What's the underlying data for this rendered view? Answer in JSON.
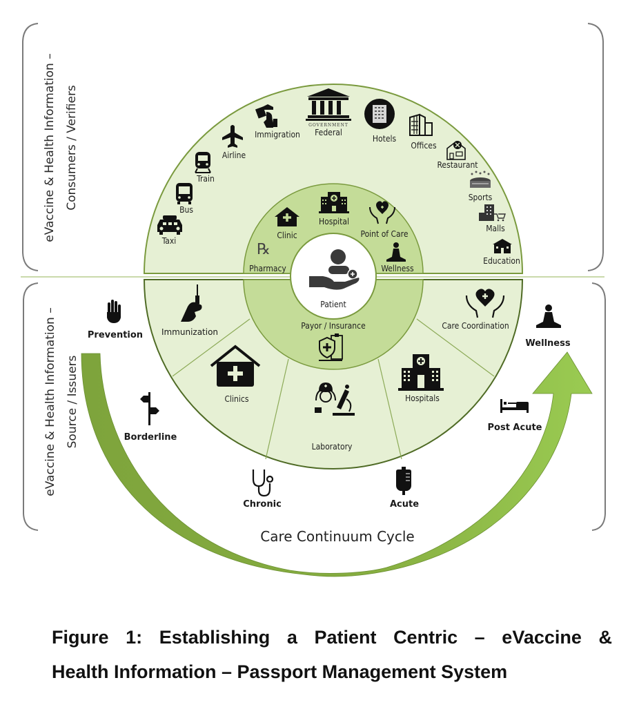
{
  "diagram": {
    "top_section": {
      "side_label_line1": "eVaccine & Health Information –",
      "side_label_line2": "Consumers / Verifiers",
      "outer_ring": [
        {
          "label": "Taxi",
          "icon": "taxi-icon"
        },
        {
          "label": "Bus",
          "icon": "bus-icon"
        },
        {
          "label": "Train",
          "icon": "train-icon"
        },
        {
          "label": "Airline",
          "icon": "airplane-icon"
        },
        {
          "label": "Immigration",
          "icon": "immigration-officer-icon"
        },
        {
          "label": "Federal",
          "icon": "government-building-icon",
          "sublabel": "GOVERNMENT"
        },
        {
          "label": "Hotels",
          "icon": "hotel-icon"
        },
        {
          "label": "Offices",
          "icon": "office-building-icon"
        },
        {
          "label": "Restaurant",
          "icon": "restaurant-icon"
        },
        {
          "label": "Sports",
          "icon": "stadium-icon"
        },
        {
          "label": "Malls",
          "icon": "mall-icon"
        },
        {
          "label": "Education",
          "icon": "school-icon"
        }
      ],
      "inner_ring": [
        {
          "label": "Pharmacy",
          "icon": "rx-icon"
        },
        {
          "label": "Clinic",
          "icon": "clinic-icon"
        },
        {
          "label": "Hospital",
          "icon": "hospital-icon"
        },
        {
          "label": "Point of Care",
          "icon": "care-hands-icon"
        },
        {
          "label": "Wellness",
          "icon": "meditation-icon"
        }
      ]
    },
    "center": {
      "label": "Patient",
      "icon": "patient-care-icon"
    },
    "bottom_section": {
      "side_label_line1": "eVaccine & Health Information –",
      "side_label_line2": "Source / Issuers",
      "inner_ring": {
        "label": "Payor / Insurance",
        "icon": "insurance-shield-icon"
      },
      "outer_segments": [
        {
          "label": "Immunization",
          "icon": "syringe-hand-icon"
        },
        {
          "label": "Clinics",
          "icon": "clinic-icon"
        },
        {
          "label": "Laboratory",
          "icon": "lab-scientist-icon"
        },
        {
          "label": "Hospitals",
          "icon": "hospital-icon"
        },
        {
          "label": "Care Coordination",
          "icon": "care-hands-icon"
        }
      ],
      "cycle_stages": [
        {
          "label": "Prevention",
          "icon": "hand-stop-icon"
        },
        {
          "label": "Borderline",
          "icon": "signpost-icon"
        },
        {
          "label": "Chronic",
          "icon": "stethoscope-icon"
        },
        {
          "label": "Acute",
          "icon": "iv-bag-icon"
        },
        {
          "label": "Post Acute",
          "icon": "hospital-bed-icon"
        },
        {
          "label": "Wellness",
          "icon": "meditation-icon"
        }
      ],
      "cycle_title": "Care Continuum Cycle"
    },
    "colors": {
      "outer_fill": "#e6f0d4",
      "middle_fill": "#c4dc98",
      "ring_stroke": "#7a9a3e",
      "arrow_dark": "#7ea43c",
      "arrow_light": "#96c450",
      "bracket": "#777777"
    }
  },
  "caption": {
    "line1": "Figure 1: Establishing a Patient Centric – eVaccine &",
    "line2": "Health Information – Passport Management System"
  }
}
